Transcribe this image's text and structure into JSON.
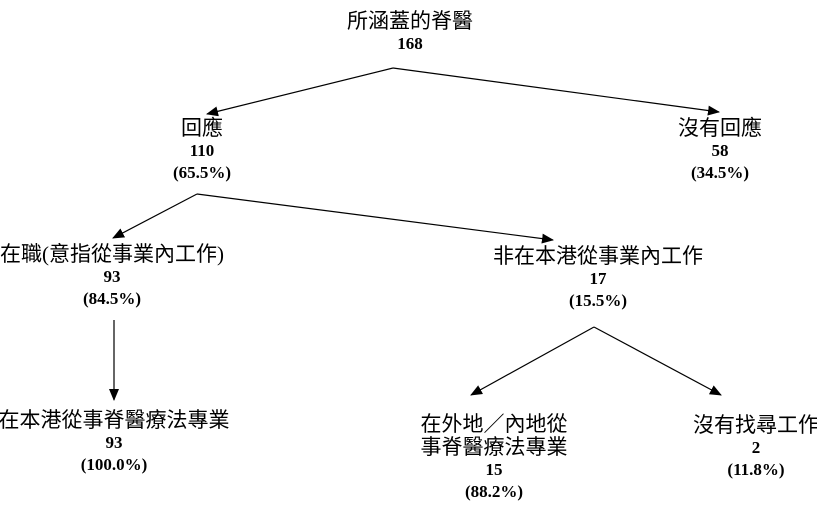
{
  "figure": {
    "background_color": "#ffffff",
    "text_color": "#000000",
    "arrow_color": "#000000"
  },
  "diagram": {
    "type": "flowchart-tree",
    "topic": "所涵蓋的脊醫",
    "nodes": [
      {
        "id": "root",
        "label": "所涵蓋的脊醫",
        "count": "168"
      },
      {
        "id": "response",
        "label": "回應",
        "count": "110",
        "pct": "(65.5%)"
      },
      {
        "id": "no_response",
        "label": "沒有回應",
        "count": "58",
        "pct": "(34.5%)"
      },
      {
        "id": "employed",
        "label": "在職(意指從事業內工作)",
        "count": "93",
        "pct": "(84.5%)"
      },
      {
        "id": "not_in_hk",
        "label": "非在本港從事業內工作",
        "count": "17",
        "pct": "(15.5%)"
      },
      {
        "id": "practice_hk",
        "label": "在本港從事脊醫療法專業",
        "count": "93",
        "pct": "(100.0%)"
      },
      {
        "id": "practice_abroad",
        "label_line1": "在外地／內地從",
        "label_line2": "事脊醫療法專業",
        "count": "15",
        "pct": "(88.2%)"
      },
      {
        "id": "no_job_search",
        "label": "沒有找尋工作",
        "count": "2",
        "pct": "(11.8%)"
      }
    ],
    "edges": [
      {
        "from": "root",
        "to": "response"
      },
      {
        "from": "root",
        "to": "no_response"
      },
      {
        "from": "response",
        "to": "employed"
      },
      {
        "from": "response",
        "to": "not_in_hk"
      },
      {
        "from": "employed",
        "to": "practice_hk"
      },
      {
        "from": "not_in_hk",
        "to": "practice_abroad"
      },
      {
        "from": "not_in_hk",
        "to": "no_job_search"
      }
    ]
  }
}
